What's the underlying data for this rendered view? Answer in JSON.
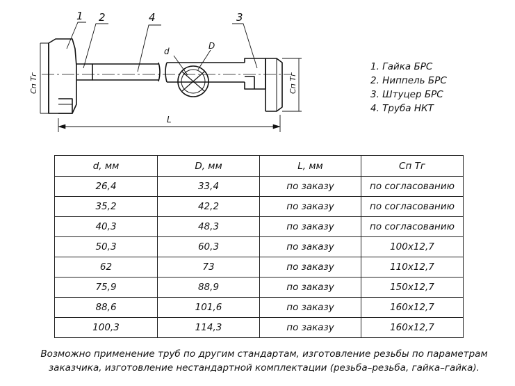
{
  "drawing": {
    "callout_1": "1",
    "callout_2": "2",
    "callout_3": "3",
    "callout_4": "4",
    "dim_d": "d",
    "dim_D": "D",
    "dim_L": "L",
    "dim_thread_left": "Сп Тг",
    "dim_thread_right": "Сп Тг"
  },
  "legend": [
    "1. Гайка БРС",
    "2. Ниппель БРС",
    "3. Штуцер БРС",
    "4. Труба НКТ"
  ],
  "table": {
    "headers": [
      "d, мм",
      "D, мм",
      "L, мм",
      "Сп Тг"
    ],
    "rows": [
      [
        "26,4",
        "33,4",
        "по заказу",
        "по согласованию"
      ],
      [
        "35,2",
        "42,2",
        "по заказу",
        "по согласованию"
      ],
      [
        "40,3",
        "48,3",
        "по заказу",
        "по согласованию"
      ],
      [
        "50,3",
        "60,3",
        "по заказу",
        "100х12,7"
      ],
      [
        "62",
        "73",
        "по заказу",
        "110х12,7"
      ],
      [
        "75,9",
        "88,9",
        "по заказу",
        "150х12,7"
      ],
      [
        "88,6",
        "101,6",
        "по заказу",
        "160х12,7"
      ],
      [
        "100,3",
        "114,3",
        "по заказу",
        "160х12,7"
      ]
    ]
  },
  "footnote": {
    "line_1": "Возможно применение труб по другим стандартам, изготовление резьбы по параметрам",
    "line_2": "заказчика, изготовление нестандартной комплектации (резьба–резьба, гайка–гайка)."
  }
}
